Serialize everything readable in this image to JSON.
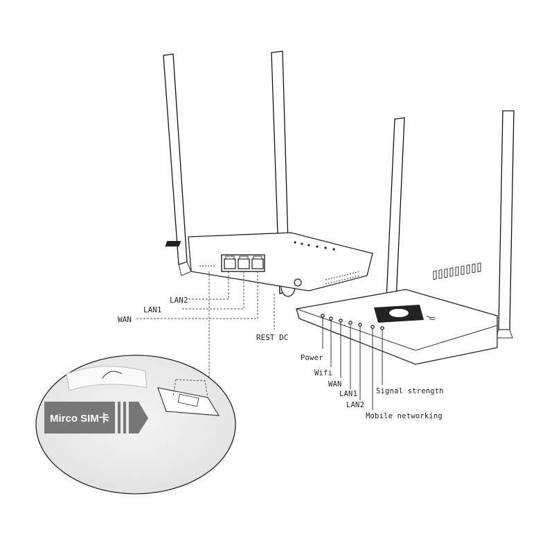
{
  "labels": {
    "lan2_rear": "LAN2",
    "lan1_rear": "LAN1",
    "wan_rear": "WAN",
    "rest_dc": "REST DC",
    "power": "Power",
    "wifi": "Wifi",
    "wan_front": "WAN",
    "lan1_front": "LAN1",
    "lan2_front": "LAN2",
    "signal_strength": "Signal strength",
    "mobile_networking": "Mobile networking"
  },
  "sim_card": {
    "label": "Mirco SIM卡"
  },
  "colors": {
    "sim_card": "#777777",
    "outline": "#222222",
    "background": "#ffffff"
  }
}
